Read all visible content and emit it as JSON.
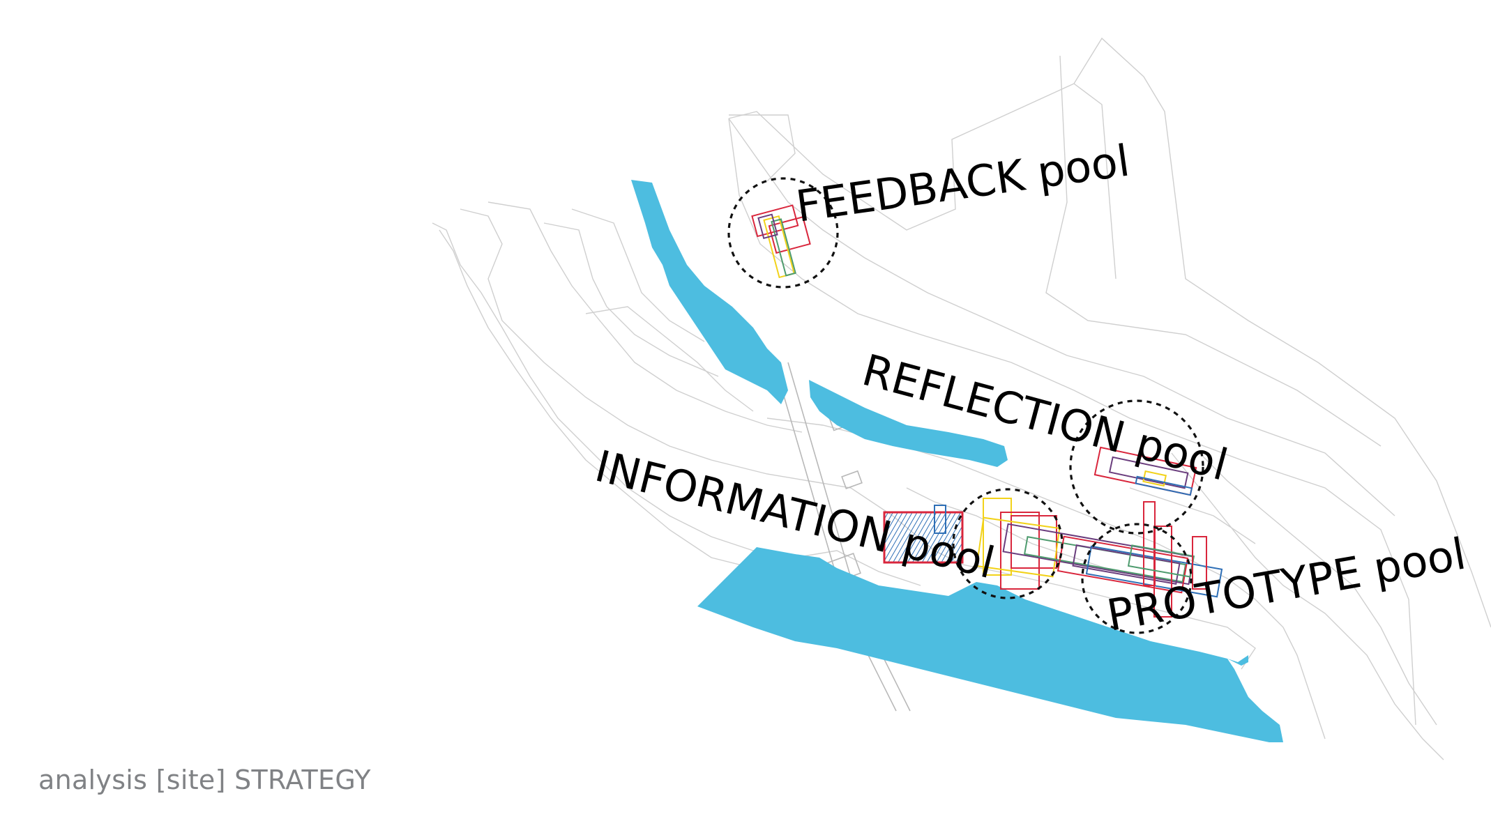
{
  "map": {
    "caption": "analysis [site] STRATEGY",
    "zones": [
      {
        "id": "feedback",
        "label": "FEEDBACK pool"
      },
      {
        "id": "reflection",
        "label": "REFLECTION pool"
      },
      {
        "id": "information",
        "label": "INFORMATION pool"
      },
      {
        "id": "prototype",
        "label": "PROTOTYPE pool"
      }
    ],
    "colors": {
      "water": "#4dbde0",
      "site_lines": "#cfcfcf",
      "ring": "#111111",
      "caption": "#808285",
      "plan_red": "#d9263c",
      "plan_yellow": "#f2d21a",
      "plan_purple": "#6a3d7d",
      "plan_green": "#4e9b6e",
      "plan_blue": "#2e6fb6"
    }
  }
}
